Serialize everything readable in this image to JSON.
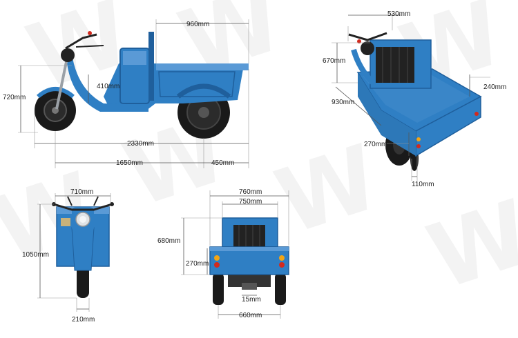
{
  "colors": {
    "body": "#2f7fc4",
    "body_dark": "#1f5f9c",
    "body_light": "#5a9ad6",
    "tire": "#1a1a1a",
    "chrome": "#9aa0a6",
    "lamp_red": "#d22a1e",
    "lamp_amber": "#f2a516",
    "dimension_line": "#555555"
  },
  "icons": [
    "tricycle-side-view",
    "tricycle-perspective-view",
    "tricycle-front-view",
    "tricycle-rear-view",
    "watermark-logo"
  ],
  "side_view": {
    "width_cargo": "960mm",
    "height_total": "720mm",
    "seat_height": "410mm",
    "length_total": "2330mm",
    "wheelbase": "1650mm",
    "rear_overhang": "450mm"
  },
  "perspective_view": {
    "box_width": "530mm",
    "box_height": "670mm",
    "side_height": "240mm",
    "box_length": "930mm",
    "tail_height": "270mm",
    "ground_clearance": "110mm"
  },
  "front_view": {
    "width": "710mm",
    "height": "1050mm",
    "wheel_width": "210mm"
  },
  "rear_view": {
    "outer_width": "760mm",
    "inner_width": "750mm",
    "box_height": "680mm",
    "tail_height": "270mm",
    "axle_gap": "15mm",
    "track_width": "660mm"
  }
}
